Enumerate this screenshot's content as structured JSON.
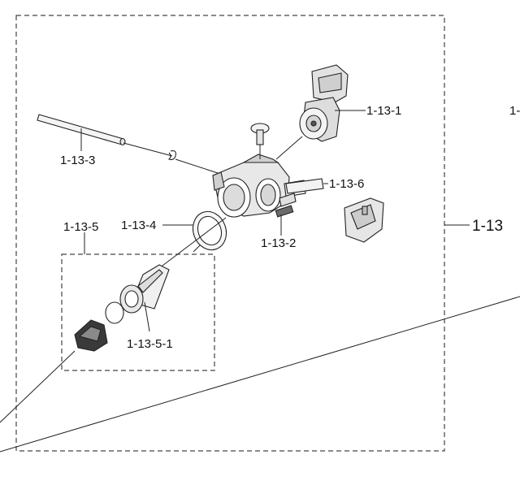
{
  "labels": {
    "assembly": "1-13",
    "pump_motor": "1-13-1",
    "clip": "1-13-2",
    "hose": "1-13-3",
    "gasket": "1-13-4",
    "filter_assembly": "1-13-5",
    "filter_oring": "1-13-5-1",
    "pipe": "1-13-6",
    "partial_right": "1-"
  }
}
